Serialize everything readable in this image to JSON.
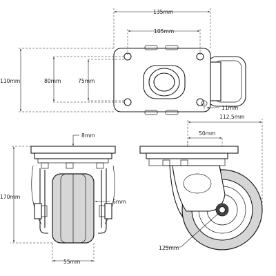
{
  "dimensions": {
    "top_width_outer": "135mm",
    "top_width_holes": "105mm",
    "top_height_outer": "110mm",
    "top_height_holes_a": "80mm",
    "top_height_holes_b": "75mm",
    "hole_offset": "11mm",
    "side_swivel_width": "112,5mm",
    "side_offset": "50mm",
    "front_plate_thickness": "8mm",
    "front_height": "170mm",
    "front_gap": "6mm",
    "front_wheel_width": "55mm",
    "wheel_diameter": "125mm"
  },
  "colors": {
    "line": "#1a1a1a",
    "tire": "#d6d6d6",
    "background": "#ffffff"
  }
}
